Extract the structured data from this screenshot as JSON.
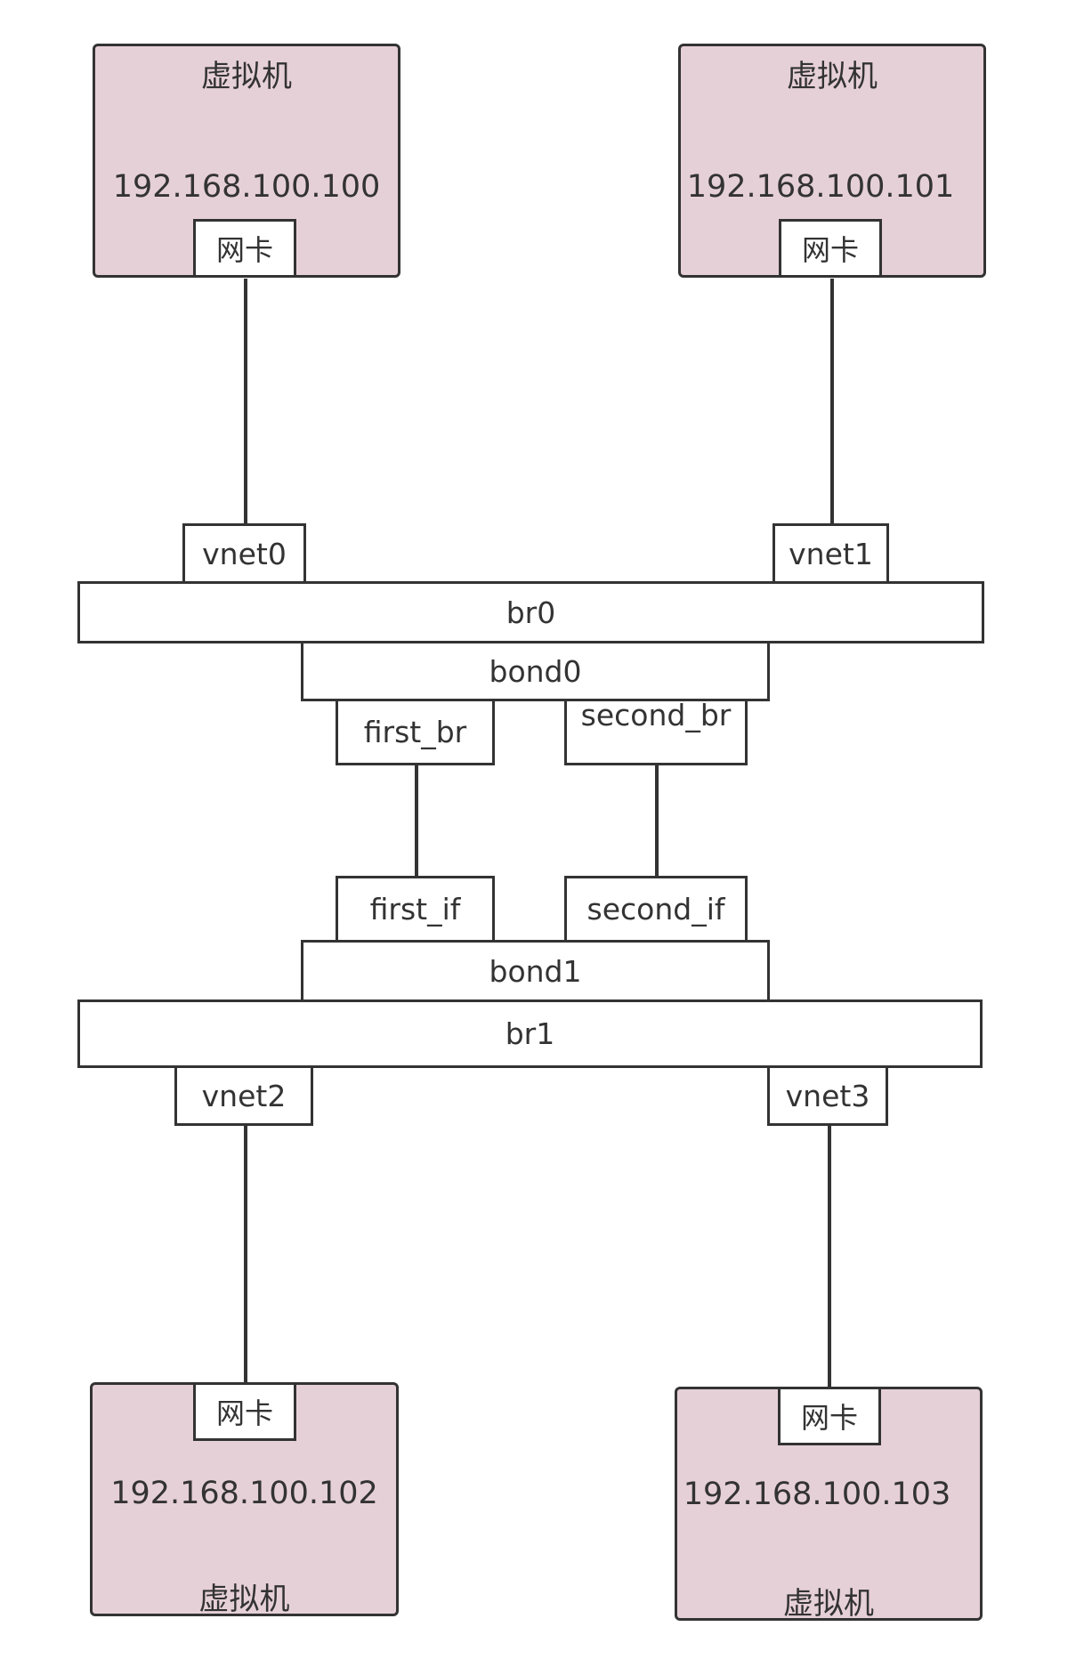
{
  "vms": {
    "vm0": {
      "label": "虚拟机",
      "ip": "192.168.100.100",
      "nic": "网卡"
    },
    "vm1": {
      "label": "虚拟机",
      "ip": "192.168.100.101",
      "nic": "网卡"
    },
    "vm2": {
      "label": "虚拟机",
      "ip": "192.168.100.102",
      "nic": "网卡"
    },
    "vm3": {
      "label": "虚拟机",
      "ip": "192.168.100.103",
      "nic": "网卡"
    }
  },
  "interfaces": {
    "vnet0": "vnet0",
    "vnet1": "vnet1",
    "vnet2": "vnet2",
    "vnet3": "vnet3",
    "br0": "br0",
    "br1": "br1",
    "bond0": "bond0",
    "bond1": "bond1",
    "first_br": "first_br",
    "second_br": "second_br",
    "first_if": "first_if",
    "second_if": "second_if"
  },
  "colors": {
    "vm_fill": "#e6d0d7",
    "stroke": "#333333"
  }
}
